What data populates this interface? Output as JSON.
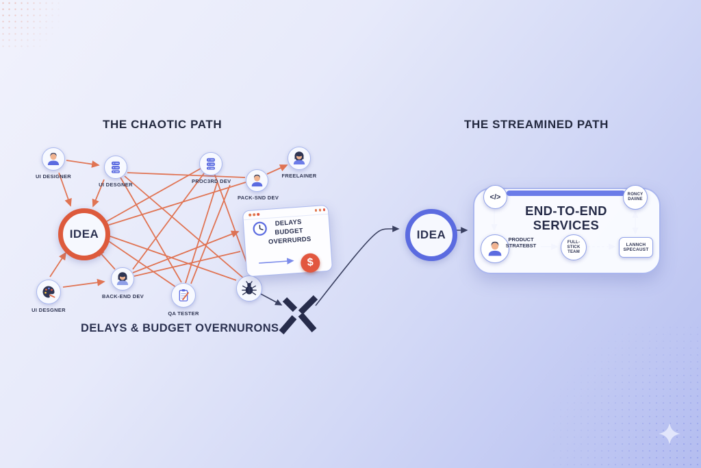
{
  "titles": {
    "chaotic": "THE CHAOTIC PATH",
    "streamlined": "THE STREAMINED PATH"
  },
  "chaotic": {
    "idea_label": "IDEA",
    "nodes": [
      {
        "label": "UI DESIGNER",
        "icon": "man-avatar"
      },
      {
        "label": "UI DESGNER",
        "icon": "database"
      },
      {
        "label": "PROC3RD DEV",
        "icon": "database"
      },
      {
        "label": "FREELAINER",
        "icon": "woman-avatar"
      },
      {
        "label": "PACK-SND DEV",
        "icon": "man-avatar"
      },
      {
        "label": "UI DESGNER",
        "icon": "palette"
      },
      {
        "label": "BACK-END DEV",
        "icon": "woman-avatar"
      },
      {
        "label": "QA TESTER",
        "icon": "clipboard"
      },
      {
        "label": "",
        "icon": "bug"
      }
    ],
    "warning_card": {
      "line1": "DELAYS",
      "line2": "BUDGET",
      "line3": "OVERRURDS",
      "dollar": "$",
      "icon": "clock"
    },
    "caption": "DELAYS & BUDGET OVERNURONS"
  },
  "streamlined": {
    "idea_label": "IDEA",
    "card": {
      "title_line1": "END-TO-END",
      "title_line2": "SERVICES",
      "code_icon_label": "</>",
      "badge_line1": "RONCY",
      "badge_line2": "DAIINE",
      "step1_line1": "PRODUCT",
      "step1_line2": "STRATEBST",
      "step2_line1": "FULL-",
      "step2_line2": "STICK",
      "step2_line3": "TEAM",
      "step3_line1": "LANNCH",
      "step3_line2": "SPECAUST"
    }
  },
  "colors": {
    "orange_line": "#e06a45",
    "idea_ring_left": "#dd5a3c",
    "idea_ring_right": "#5b6be0",
    "navy": "#2b3150",
    "red_dollar": "#e2573f",
    "blue_accent": "#6b7ce8"
  }
}
